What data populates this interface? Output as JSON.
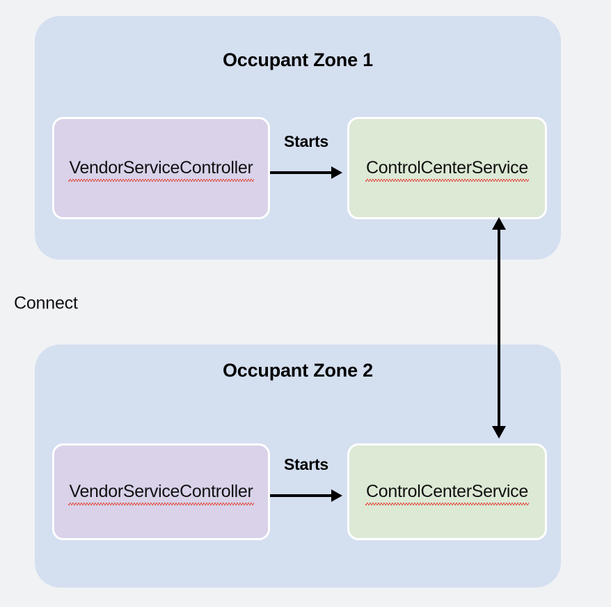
{
  "page": {
    "background_color": "#f1f2f4"
  },
  "colors": {
    "zone_fill": "#d4dff0",
    "vendor_node_fill": "#d9d2e9",
    "control_node_fill": "#dce9d5",
    "node_border": "#ffffff",
    "edge_stroke": "#000000",
    "spellcheck_underline": "#e06055",
    "text": "#111111"
  },
  "zones": [
    {
      "title": "Occupant Zone 1",
      "nodes": [
        {
          "label": "VendorServiceController",
          "kind": "vendor"
        },
        {
          "label": "ControlCenterService",
          "kind": "control"
        }
      ],
      "edge_label": "Starts"
    },
    {
      "title": "Occupant Zone 2",
      "nodes": [
        {
          "label": "VendorServiceController",
          "kind": "vendor"
        },
        {
          "label": "ControlCenterService",
          "kind": "control"
        }
      ],
      "edge_label": "Starts"
    }
  ],
  "cross_zone_edge": {
    "label": "Connect",
    "direction": "bidirectional",
    "from": "Occupant Zone 1 / ControlCenterService",
    "to": "Occupant Zone 2 / ControlCenterService"
  }
}
